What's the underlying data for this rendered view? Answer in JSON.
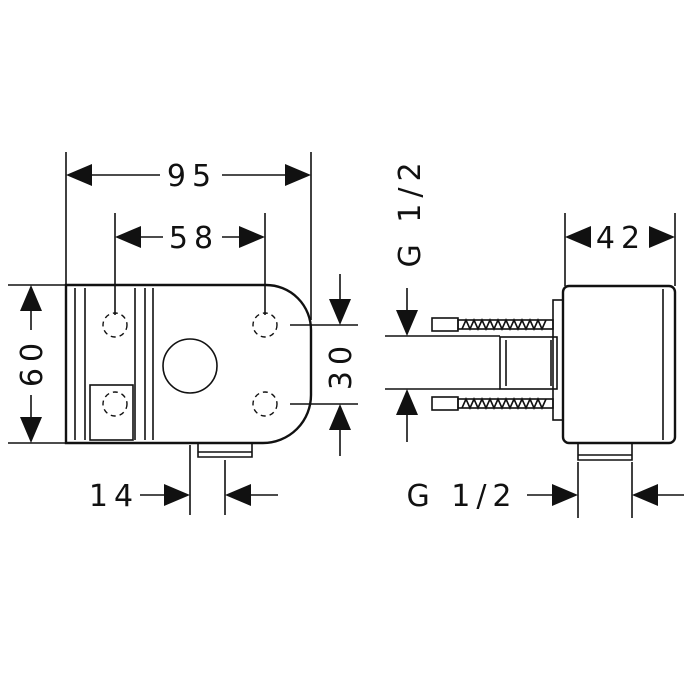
{
  "drawing": {
    "line_color": "#111111",
    "background": "#ffffff"
  },
  "dimensions": {
    "width_overall": "95",
    "hole_spacing_horizontal": "58",
    "height": "60",
    "hole_spacing_vertical": "30",
    "outlet_offset": "14",
    "depth": "42",
    "thread_top": "G 1/2",
    "thread_bottom": "G 1/2"
  }
}
